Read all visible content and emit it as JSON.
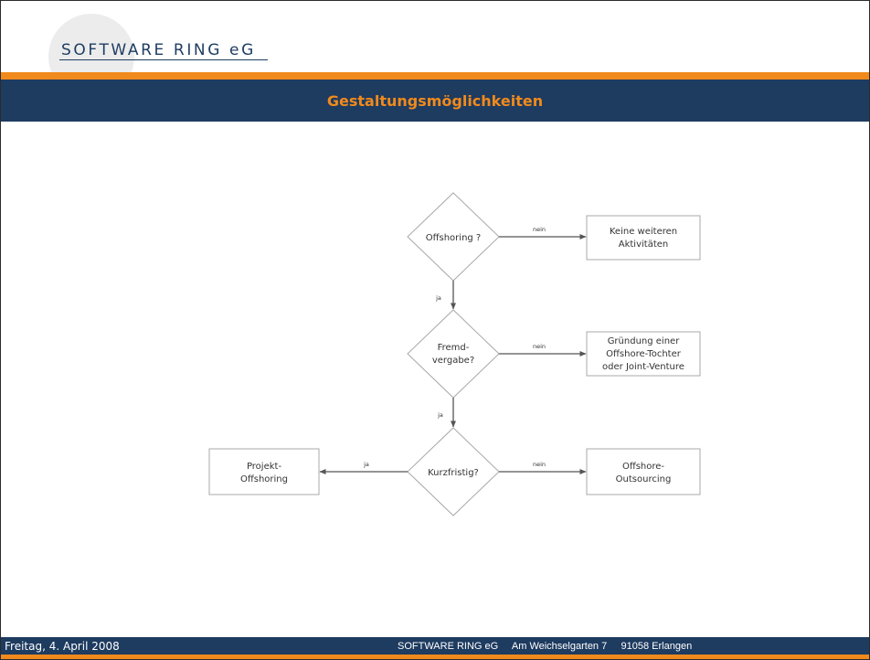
{
  "header": {
    "logo_text": "SOFTWARE RING eG",
    "title": "Gestaltungsmöglichkeiten"
  },
  "diagram": {
    "decisions": {
      "offshoring": "Offshoring ?",
      "fremdvergabe_line1": "Fremd-",
      "fremdvergabe_line2": "vergabe?",
      "kurzfristig": "Kurzfristig?"
    },
    "outcomes": {
      "keine_line1": "Keine weiteren",
      "keine_line2": "Aktivitäten",
      "gruendung_line1": "Gründung einer",
      "gruendung_line2": "Offshore-Tochter",
      "gruendung_line3": "oder Joint-Venture",
      "outsourcing_line1": "Offshore-",
      "outsourcing_line2": "Outsourcing",
      "projekt_line1": "Projekt-",
      "projekt_line2": "Offshoring"
    },
    "edge_labels": {
      "nein1": "nein",
      "ja1": "ja",
      "nein2": "nein",
      "ja2": "ja",
      "nein3": "nein",
      "ja3": "ja"
    }
  },
  "footer": {
    "date": "Freitag, 4. April 2008",
    "address": "SOFTWARE RING eG     Am Weichselgarten 7     91058 Erlangen"
  },
  "colors": {
    "navy": "#1e3b60",
    "orange": "#f08a1c"
  }
}
